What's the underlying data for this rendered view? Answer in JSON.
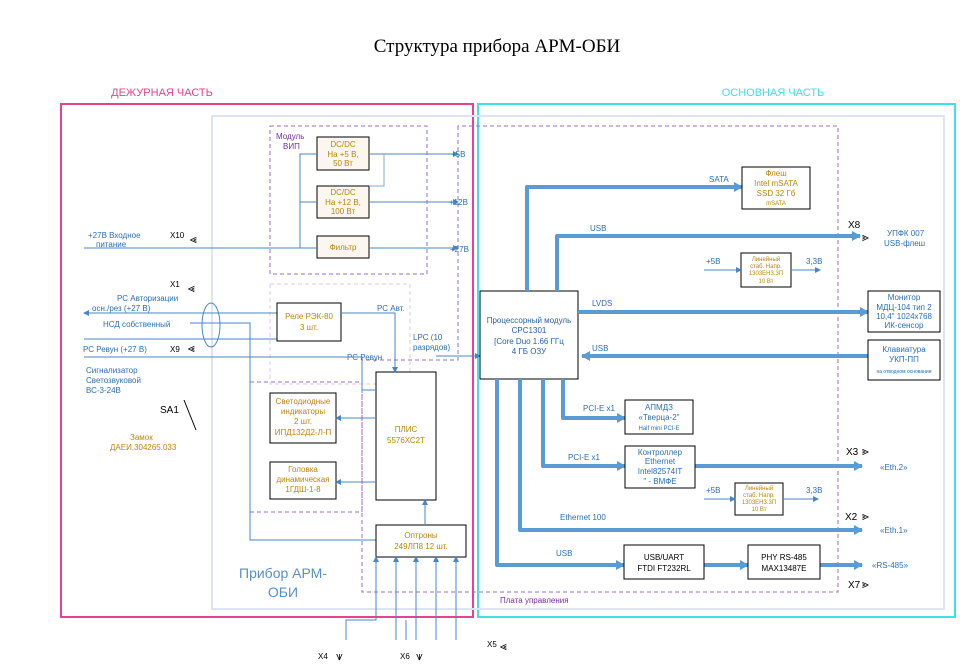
{
  "title": "Структура прибора АРМ-ОБИ",
  "colors": {
    "duty_border": "#e8418f",
    "main_border": "#3fe0e8",
    "dashed": "#9a6fc4",
    "bus": "#5b9bd5",
    "thin": "#4a86c5"
  },
  "sections": {
    "duty_label": "ДЕЖУРНАЯ ЧАСТЬ",
    "main_label": "ОСНОВНАЯ ЧАСТЬ",
    "device_label_1": "Прибор АРМ-",
    "device_label_2": "ОБИ",
    "board_label": "Плата управления"
  },
  "vip": {
    "label_1": "Модуль",
    "label_2": "ВИП",
    "dcdc5": [
      "DC/DC",
      "На +5 В,",
      "50 Вт"
    ],
    "dcdc12": [
      "DC/DC",
      "На +12 В,",
      "100 Вт"
    ],
    "filter": "Фильтр",
    "out_5": "+5В",
    "out_12": "+12В",
    "out_27": "+27В"
  },
  "left": {
    "x10": "X10",
    "power_in_1": "+27В Входное",
    "power_in_2": "питание",
    "x1": "X1",
    "rs_auth_1": "РС Авторизации",
    "rs_auth_2": "осн./рез (+27 В)",
    "nsd": "НСД собственный",
    "rs_revun": "РС Ревун (+27 В)",
    "x9": "X9",
    "siren_1": "Сигнализатор",
    "siren_2": "Светозвуковой",
    "siren_3": "ВС-3-24В",
    "sa1": "SA1",
    "lock_1": "Замок",
    "lock_2": "ДАЕИ.304265.033"
  },
  "duty_blocks": {
    "relay": [
      "Реле РЭК-80",
      "3 шт."
    ],
    "rs_avt": "РС Авт.",
    "lpc_1": "LPC (10",
    "lpc_2": "разрядов)",
    "rs_revun_sig": "РС Ревун",
    "leds": [
      "Светодиодные",
      "индикаторы",
      "2 шт.",
      "ИПД132Д2-Л-П"
    ],
    "plis": [
      "ПЛИС",
      "5576ХС2Т"
    ],
    "head": [
      "Головка",
      "динамическая",
      "1ГДШ-1-8"
    ],
    "opto": [
      "Оптроны",
      "249ЛП8 12 шт."
    ]
  },
  "cpu": {
    "lines": [
      "Процессорный модуль",
      "CPC1301",
      "[Core Duo 1.66 ГГц",
      "4 ГБ ОЗУ"
    ]
  },
  "main_blocks": {
    "sata": "SATA",
    "flash": [
      "Флеш",
      "Intel mSATA",
      "SSD 32 Гб",
      "mSATA"
    ],
    "usb1": "USB",
    "x8": "X8",
    "upfk_1": "УПФК 007",
    "upfk_2": "USB-флеш",
    "p5v_1": "+5В",
    "lin1": [
      "Линейный",
      "стаб. Напр.",
      "1303ЕН3.3П",
      "10 Вт"
    ],
    "v33_1": "3,3В",
    "lvds": "LVDS",
    "monitor": [
      "Монитор",
      "МДЦ-104 тип 2",
      "10,4\" 1024х768",
      "ИК-сенсор"
    ],
    "usb2": "USB",
    "keyboard": [
      "Клавиатура",
      "УКП-ПП",
      "на отводном основании"
    ],
    "pcie1": "PCI-E x1",
    "apmdz": [
      "АПМДЗ",
      "«Тверца-2\"",
      "Half mini PCI-E"
    ],
    "x3": "X3",
    "pcie2": "PCI-E x1",
    "eth_ctrl": [
      "Контроллер",
      "Ethernet",
      "Intel82574IT",
      "\" - ВМФЕ"
    ],
    "eth2": "«Eth.2»",
    "p5v_2": "+5В",
    "lin2": [
      "Линейный",
      "стаб. Напр.",
      "1303ЕН3.3П",
      "10 Вт"
    ],
    "v33_2": "3,3В",
    "x2": "X2",
    "ethernet100": "Ethernet 100",
    "eth1": "«Eth.1»",
    "usb3": "USB",
    "uart": [
      "USB/UART",
      "FTDI FT232RL"
    ],
    "phy": [
      "PHY RS-485",
      "MAX13487E"
    ],
    "rs485": "«RS-485»",
    "x7": "X7"
  },
  "bottom": {
    "x4": "X4",
    "x6": "X6",
    "x5": "X5"
  }
}
